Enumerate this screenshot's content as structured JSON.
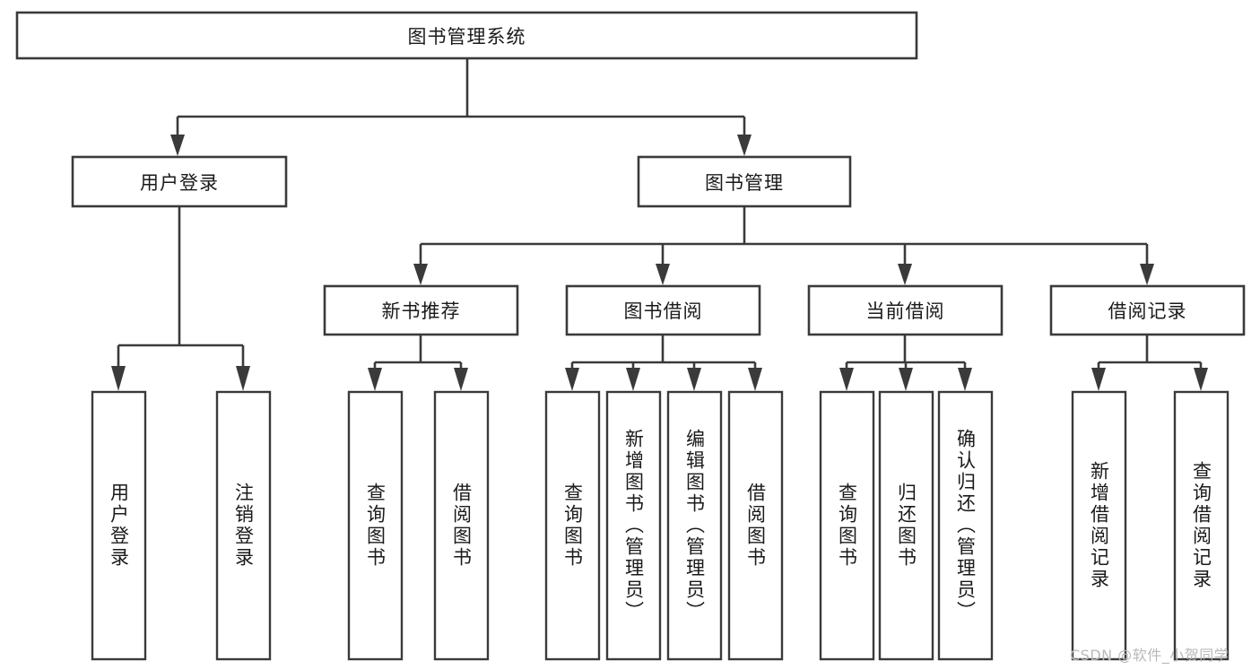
{
  "diagram": {
    "kind": "tree-functional-structure",
    "title": "图书管理系统",
    "background_color": "#ffffff",
    "stroke_color": "#3a3a3a",
    "text_color": "#1a1a1a",
    "watermark": "CSDN @软件_小贺同学",
    "watermark_color": "#b9b9b9"
  },
  "root": {
    "label": "图书管理系统"
  },
  "level2": [
    {
      "label": "用户登录"
    },
    {
      "label": "图书管理"
    }
  ],
  "level3": [
    {
      "label": "新书推荐"
    },
    {
      "label": "图书借阅"
    },
    {
      "label": "当前借阅"
    },
    {
      "label": "借阅记录"
    }
  ],
  "leaves": {
    "user_login": [
      {
        "label": "用户登录"
      },
      {
        "label": "注销登录"
      }
    ],
    "new_book_recommend": [
      {
        "label": "查询图书"
      },
      {
        "label": "借阅图书"
      }
    ],
    "book_borrow": [
      {
        "label": "查询图书"
      },
      {
        "label": "新增图书（管理员）"
      },
      {
        "label": "编辑图书（管理员）"
      },
      {
        "label": "借阅图书"
      }
    ],
    "current_borrow": [
      {
        "label": "查询图书"
      },
      {
        "label": "归还图书"
      },
      {
        "label": "确认归还（管理员）"
      }
    ],
    "borrow_record": [
      {
        "label": "新增借阅记录"
      },
      {
        "label": "查询借阅记录"
      }
    ]
  }
}
